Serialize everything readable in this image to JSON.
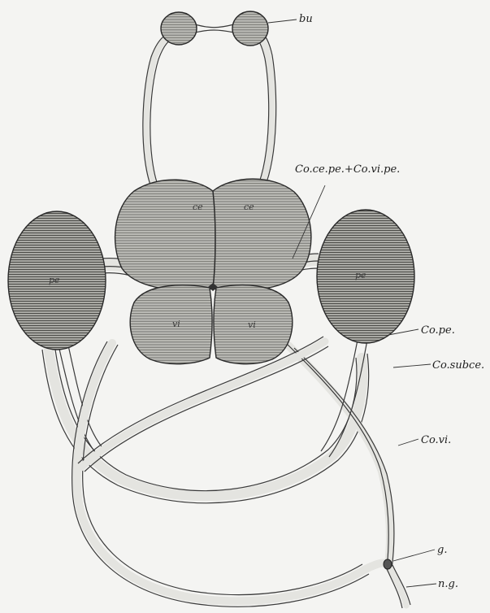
{
  "figure": {
    "labels": {
      "bu": "bu",
      "co_ce_pe_co_vi_pe": "Co.ce.pe.+Co.vi.pe.",
      "co_pe": "Co.pe.",
      "co_subce": "Co.subce.",
      "co_vi": "Co.vi.",
      "g": "g.",
      "n_g": "n.g."
    },
    "ganglion_labels": {
      "ce_left": "ce",
      "ce_right": "ce",
      "pe_left": "pe",
      "pe_right": "pe",
      "vi_left": "vi",
      "vi_right": "vi"
    }
  }
}
